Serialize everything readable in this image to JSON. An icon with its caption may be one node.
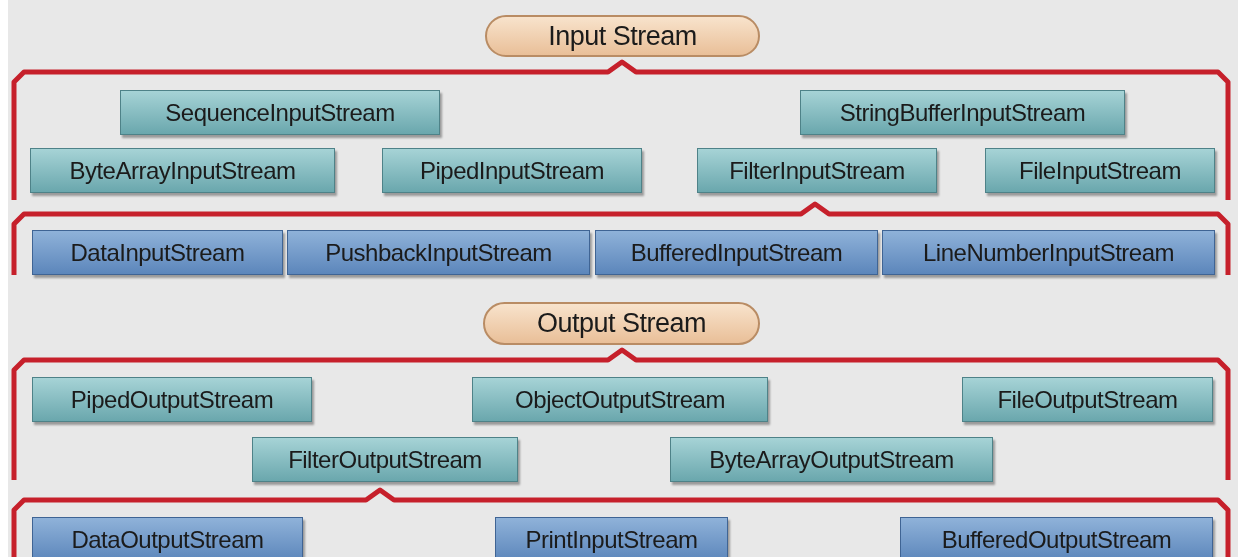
{
  "diagram": {
    "nodes": [
      {
        "text": [
          "Input Stream"
        ]
      },
      {
        "text": [
          "SequenceInputStream"
        ]
      },
      {
        "text": [
          "StringBufferInputStream"
        ]
      },
      {
        "text": [
          "ByteArrayInputStream"
        ]
      },
      {
        "text": [
          "PipedInputStream"
        ]
      },
      {
        "text": [
          "FilterInputStream"
        ]
      },
      {
        "text": [
          "FileInputStream"
        ]
      },
      {
        "text": [
          "DataInputStream"
        ]
      },
      {
        "text": [
          "PushbackInputStream"
        ]
      },
      {
        "text": [
          "BufferedInputStream"
        ]
      },
      {
        "text": [
          "LineNumberInputStream"
        ]
      },
      {
        "text": [
          "Output Stream"
        ]
      },
      {
        "text": [
          "PipedOutputStream"
        ]
      },
      {
        "text": [
          "ObjectOutputStream"
        ]
      },
      {
        "text": [
          "FileOutputStream"
        ]
      },
      {
        "text": [
          "FilterOutputStream"
        ]
      },
      {
        "text": [
          "ByteArrayOutputStream"
        ]
      },
      {
        "text": [
          "DataOutputStream"
        ]
      },
      {
        "text": [
          "PrintInputStream"
        ]
      },
      {
        "text": [
          "BufferedOutputStream"
        ]
      }
    ]
  }
}
